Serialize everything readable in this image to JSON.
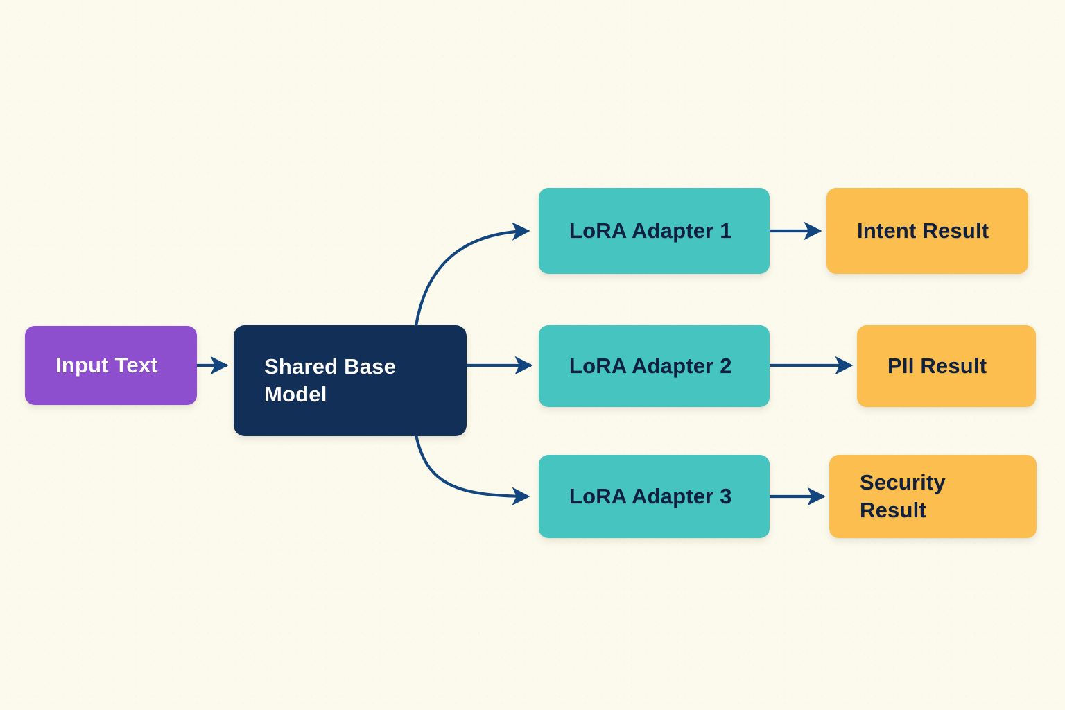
{
  "diagram": {
    "title": "LoRA multi-adapter inference flow",
    "background_color": "#FCFAEC",
    "edge_color": "#13457E",
    "nodes": {
      "input": {
        "label": "Input Text",
        "color": "#8E4FCF",
        "text_color": "#FFFFFF"
      },
      "base": {
        "label": "Shared Base\nModel",
        "color": "#122F57",
        "text_color": "#FFFFFF"
      },
      "adapter1": {
        "label": "LoRA Adapter 1",
        "color": "#46C5C0",
        "text_color": "#0E2040"
      },
      "adapter2": {
        "label": "LoRA Adapter 2",
        "color": "#46C5C0",
        "text_color": "#0E2040"
      },
      "adapter3": {
        "label": "LoRA Adapter 3",
        "color": "#46C5C0",
        "text_color": "#0E2040"
      },
      "result1": {
        "label": "Intent Result",
        "color": "#FBBE4F",
        "text_color": "#10203F"
      },
      "result2": {
        "label": "PII Result",
        "color": "#FBBE4F",
        "text_color": "#10203F"
      },
      "result3": {
        "label": "Security Result",
        "color": "#FBBE4F",
        "text_color": "#10203F"
      }
    },
    "edges": [
      {
        "from": "input",
        "to": "base",
        "kind": "straight"
      },
      {
        "from": "base",
        "to": "adapter1",
        "kind": "curved-up"
      },
      {
        "from": "base",
        "to": "adapter2",
        "kind": "straight"
      },
      {
        "from": "base",
        "to": "adapter3",
        "kind": "curved-down"
      },
      {
        "from": "adapter1",
        "to": "result1",
        "kind": "straight"
      },
      {
        "from": "adapter2",
        "to": "result2",
        "kind": "straight"
      },
      {
        "from": "adapter3",
        "to": "result3",
        "kind": "straight"
      }
    ]
  }
}
